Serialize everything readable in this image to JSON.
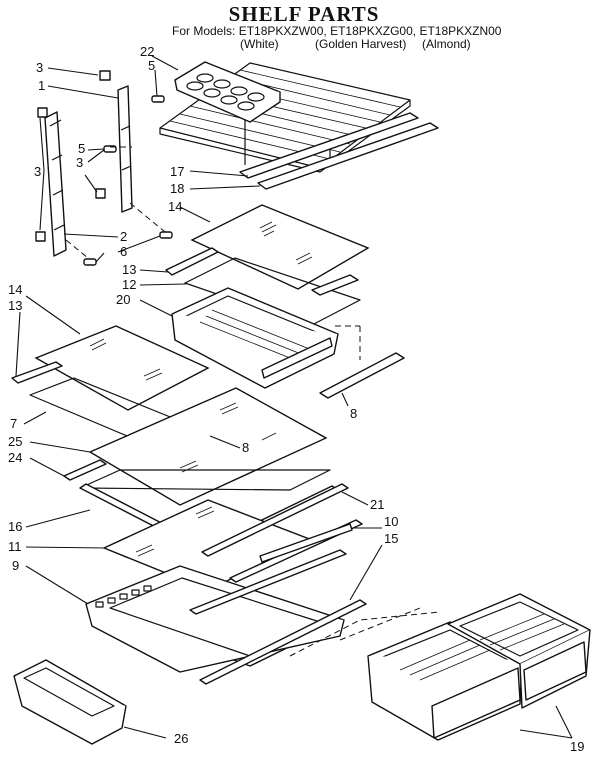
{
  "title": "SHELF PARTS",
  "models": {
    "prefix": "For Models:",
    "codes": [
      "ET18PKXZW00,",
      "ET18PKXZG00,",
      "ET18PKXZN00"
    ],
    "colors": [
      "(White)",
      "(Golden Harvest)",
      "(Almond)"
    ]
  },
  "callouts": {
    "c22": "22",
    "c5a": "5",
    "c3a": "3",
    "c1": "1",
    "c5b": "5",
    "c3b": "3",
    "c3c": "3",
    "c17": "17",
    "c18": "18",
    "c14a": "14",
    "c2": "2",
    "c6": "6",
    "c13a": "13",
    "c12": "12",
    "c20": "20",
    "c14b": "14",
    "c13b": "13",
    "c8a": "8",
    "c7": "7",
    "c8b": "8",
    "c25": "25",
    "c24": "24",
    "c21": "21",
    "c16": "16",
    "c10": "10",
    "c11": "11",
    "c15": "15",
    "c9": "9",
    "c26": "26",
    "c19": "19"
  }
}
